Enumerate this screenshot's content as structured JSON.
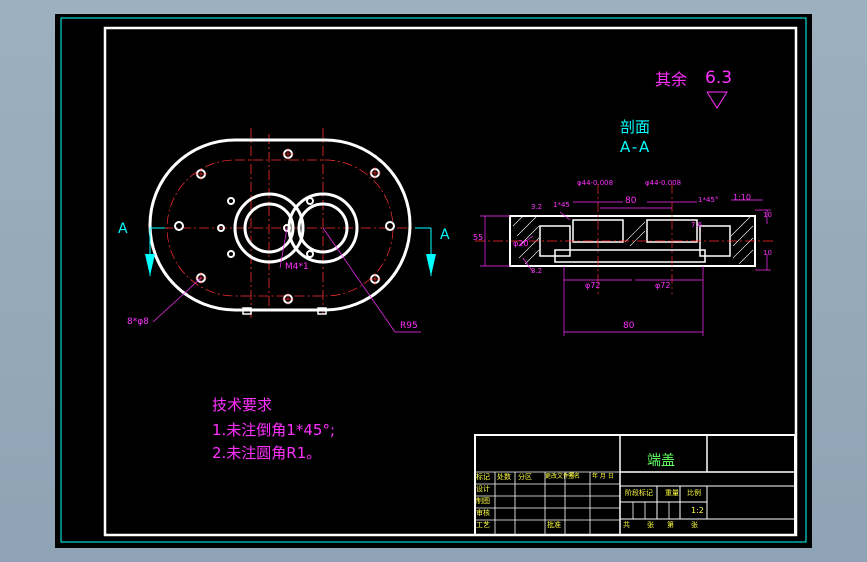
{
  "roughness": {
    "label": "其余",
    "value": "6.3"
  },
  "section": {
    "title": "剖面",
    "name": "A-A"
  },
  "cut_mark": "A",
  "front_labels": {
    "holes": "8*φ8",
    "thread": "M4*1",
    "radius": "R95"
  },
  "section_dims": {
    "d44a": "φ44-0.008",
    "d44b": "φ44-0.008",
    "w80_top": "80",
    "chamfer_a": "1*45",
    "chamfer_b": "1*45°",
    "taper": "1:10",
    "h55": "55",
    "d20": "φ20",
    "d72a": "φ72",
    "d72b": "φ72",
    "w80_bottom": "80",
    "r32": "3.2",
    "r32b": "3.2",
    "t10a": "10",
    "t10b": "10",
    "t7": "7.6"
  },
  "tech": {
    "title": "技术要求",
    "line1": "1.未注倒角1*45°;",
    "line2": "2.未注圆角R1。"
  },
  "title_block": {
    "part_name": "端盖",
    "h_mark": "标记",
    "h_count": "处数",
    "h_zone": "分区",
    "h_doc": "更改文件号",
    "h_sign": "签名",
    "h_date": "年 月 日",
    "r_design": "设计",
    "r_draw": "制图",
    "r_review": "审核",
    "r_craft": "工艺",
    "r_approve": "批准",
    "stage": "阶段标记",
    "weight": "重量",
    "scale_label": "比例",
    "scale": "1:2",
    "total": "共",
    "sheets1": "张",
    "nth": "第",
    "sheets2": "张"
  }
}
